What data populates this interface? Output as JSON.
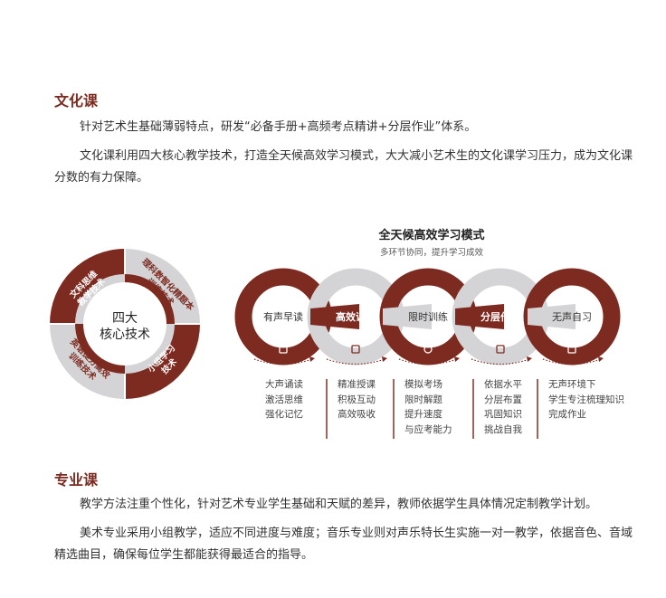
{
  "culture": {
    "title": "文化课",
    "p1": "针对艺术生基础薄弱特点，研发“必备手册+高频考点精讲+分层作业”体系。",
    "p2": "文化课利用四大核心教学技术，打造全天候高效学习模式，大大减小艺术生的文化课学习压力，成为文化课分数的有力保障。"
  },
  "donut": {
    "center1": "四大",
    "center2": "核心技术",
    "segments": [
      [
        "文科思维",
        "教学技术"
      ],
      [
        "理科数智化精题本",
        "训练技术"
      ],
      [
        "英语提分高效",
        "训练技术"
      ],
      [
        "小组学习",
        "技术"
      ]
    ]
  },
  "mode": {
    "title": "全天候高效学习模式",
    "subtitle": "多环节协同，提升学习成效",
    "steps": [
      {
        "label": "有声早读",
        "icon": "megaphone",
        "items": [
          "大声诵读",
          "激活思维",
          "强化记忆"
        ]
      },
      {
        "label": "高效课堂",
        "icon": "flask",
        "items": [
          "精准授课",
          "积极互动",
          "高效吸收"
        ]
      },
      {
        "label": "限时训练",
        "icon": "clock",
        "items": [
          "模拟考场",
          "限时解题",
          "提升速度",
          "与应考能力"
        ]
      },
      {
        "label": "分层作业",
        "icon": "stack",
        "items": [
          "依据水平",
          "分层布置",
          "巩固知识",
          "挑战自我"
        ]
      },
      {
        "label": "无声自习",
        "icon": "book",
        "items": [
          "无声环境下",
          "学生专注梳理知识",
          "完成作业"
        ]
      }
    ]
  },
  "major": {
    "title": "专业课",
    "p1": "教学方法注重个性化，针对艺术专业学生基础和天赋的差异，教师依据学生具体情况定制教学计划。",
    "p2": "美术专业采用小组教学，适应不同进度与难度；音乐专业则对声乐特长生实施一对一教学，依据音色、音域精选曲目，确保每位学生都能获得最适合的指导。"
  },
  "colors": {
    "brown": "#7d2b20",
    "gray": "#d4d4d6"
  }
}
